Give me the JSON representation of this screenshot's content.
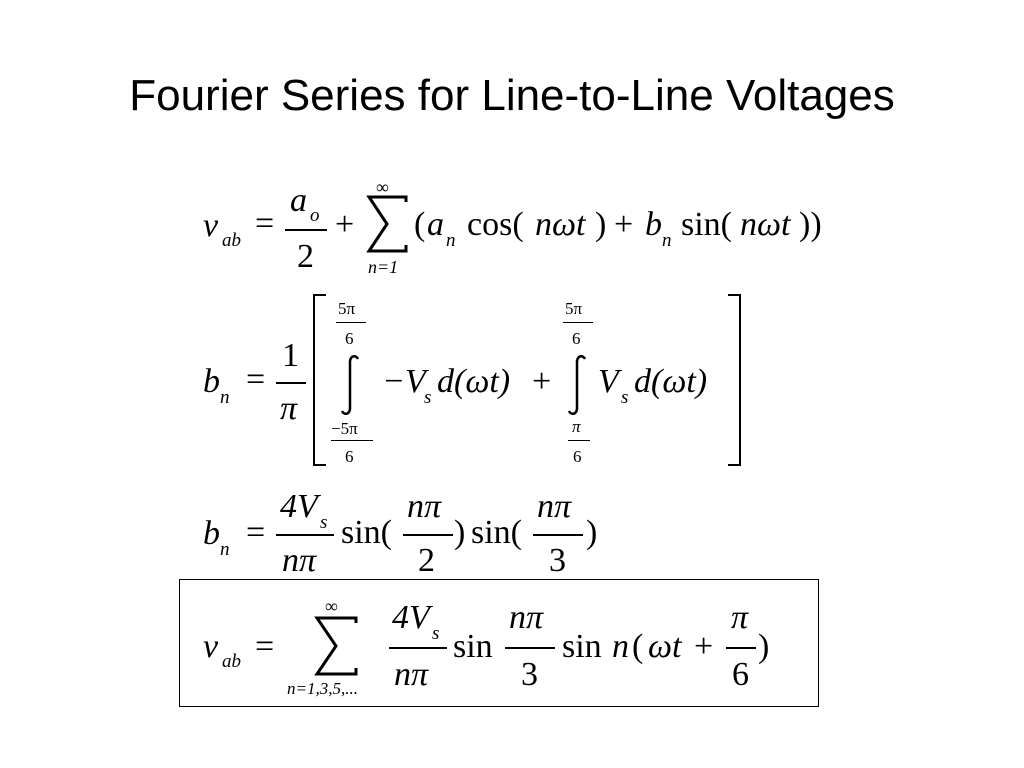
{
  "slide": {
    "title": "Fourier Series for Line-to-Line Voltages"
  },
  "eq1": {
    "v": "v",
    "v_sub": "ab",
    "eq": "=",
    "frac_num": "a",
    "frac_num_sub": "o",
    "frac_den": "2",
    "plus": "+",
    "sum_top": "∞",
    "sum_bottom": "n=1",
    "open_paren": "(",
    "a": "a",
    "a_sub": "n",
    "cos": "cos(",
    "nwt1": "nωt",
    "close1": ")",
    "plus2": "+",
    "b": "b",
    "b_sub": "n",
    "sin": "sin(",
    "nwt2": "nωt",
    "close2": "))"
  },
  "eq2": {
    "b": "b",
    "b_sub": "n",
    "eq": "=",
    "frac_num": "1",
    "frac_den": "π",
    "int1_upper_num": "5π",
    "int1_upper_den": "6",
    "int1_lower_num": "−5π",
    "int1_lower_den": "6",
    "term1": "−V",
    "term1_sub": "s",
    "term1_rest": "d(ωt)",
    "plus": "+",
    "int2_upper_num": "5π",
    "int2_upper_den": "6",
    "int2_lower_num": "π",
    "int2_lower_den": "6",
    "term2": "V",
    "term2_sub": "s",
    "term2_rest": "d(ωt)"
  },
  "eq3": {
    "b": "b",
    "b_sub": "n",
    "eq": "=",
    "coef_num": "4V",
    "coef_num_sub": "s",
    "coef_den": "nπ",
    "sin1": "sin(",
    "arg1_num": "nπ",
    "arg1_den": "2",
    "close1": ")",
    "sin2": "sin(",
    "arg2_num": "nπ",
    "arg2_den": "3",
    "close2": ")"
  },
  "eq4": {
    "v": "v",
    "v_sub": "ab",
    "eq": "=",
    "sum_top": "∞",
    "sum_bottom": "n=1,3,5,...",
    "coef_num": "4V",
    "coef_num_sub": "s",
    "coef_den": "nπ",
    "sin1": "sin",
    "arg_num": "nπ",
    "arg_den": "3",
    "sin2": "sin",
    "n": "n",
    "open": "(",
    "wt": "ωt",
    "plus": "+",
    "phase_num": "π",
    "phase_den": "6",
    "close": ")"
  }
}
